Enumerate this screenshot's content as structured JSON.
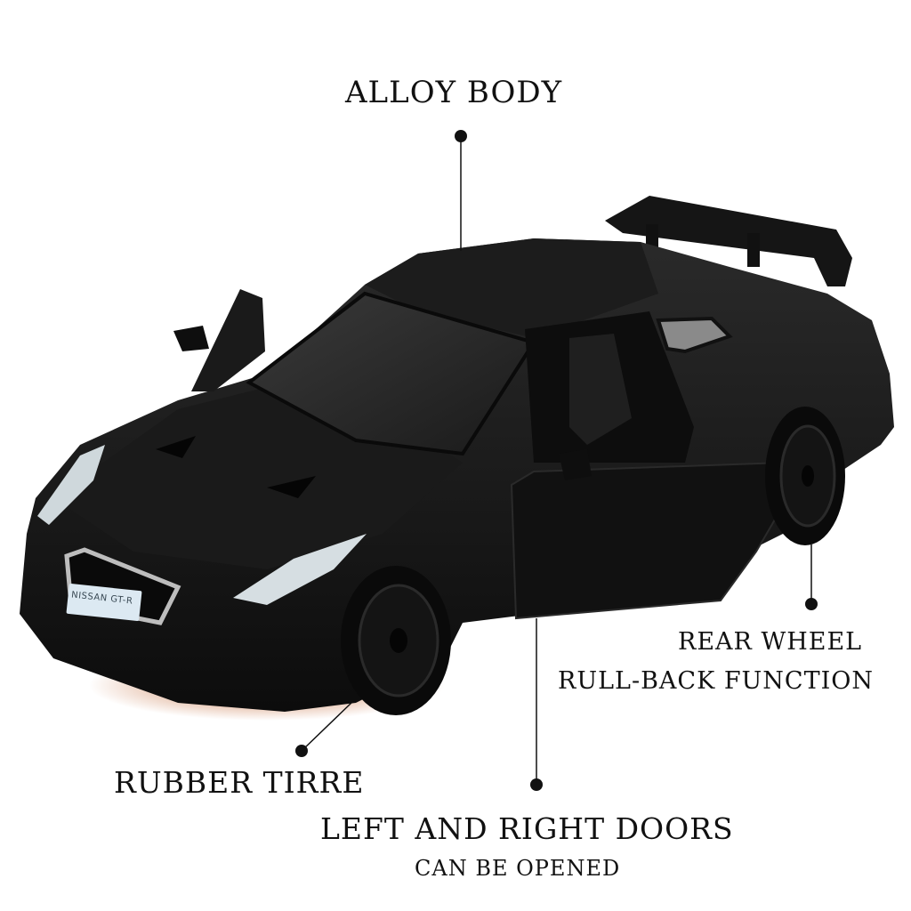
{
  "callouts": {
    "alloy_body": "ALLOY BODY",
    "rear_wheel_line1": "REAR WHEEL",
    "rear_wheel_line2": "RULL-BACK FUNCTION",
    "rubber_tire": "RUBBER TIRRE",
    "doors_line1": "LEFT AND RIGHT DOORS",
    "doors_line2": "CAN BE OPENED"
  },
  "product": {
    "plate_text": "NISSAN GT-R",
    "body_color": "#151515",
    "base_color": "#b8531e"
  }
}
